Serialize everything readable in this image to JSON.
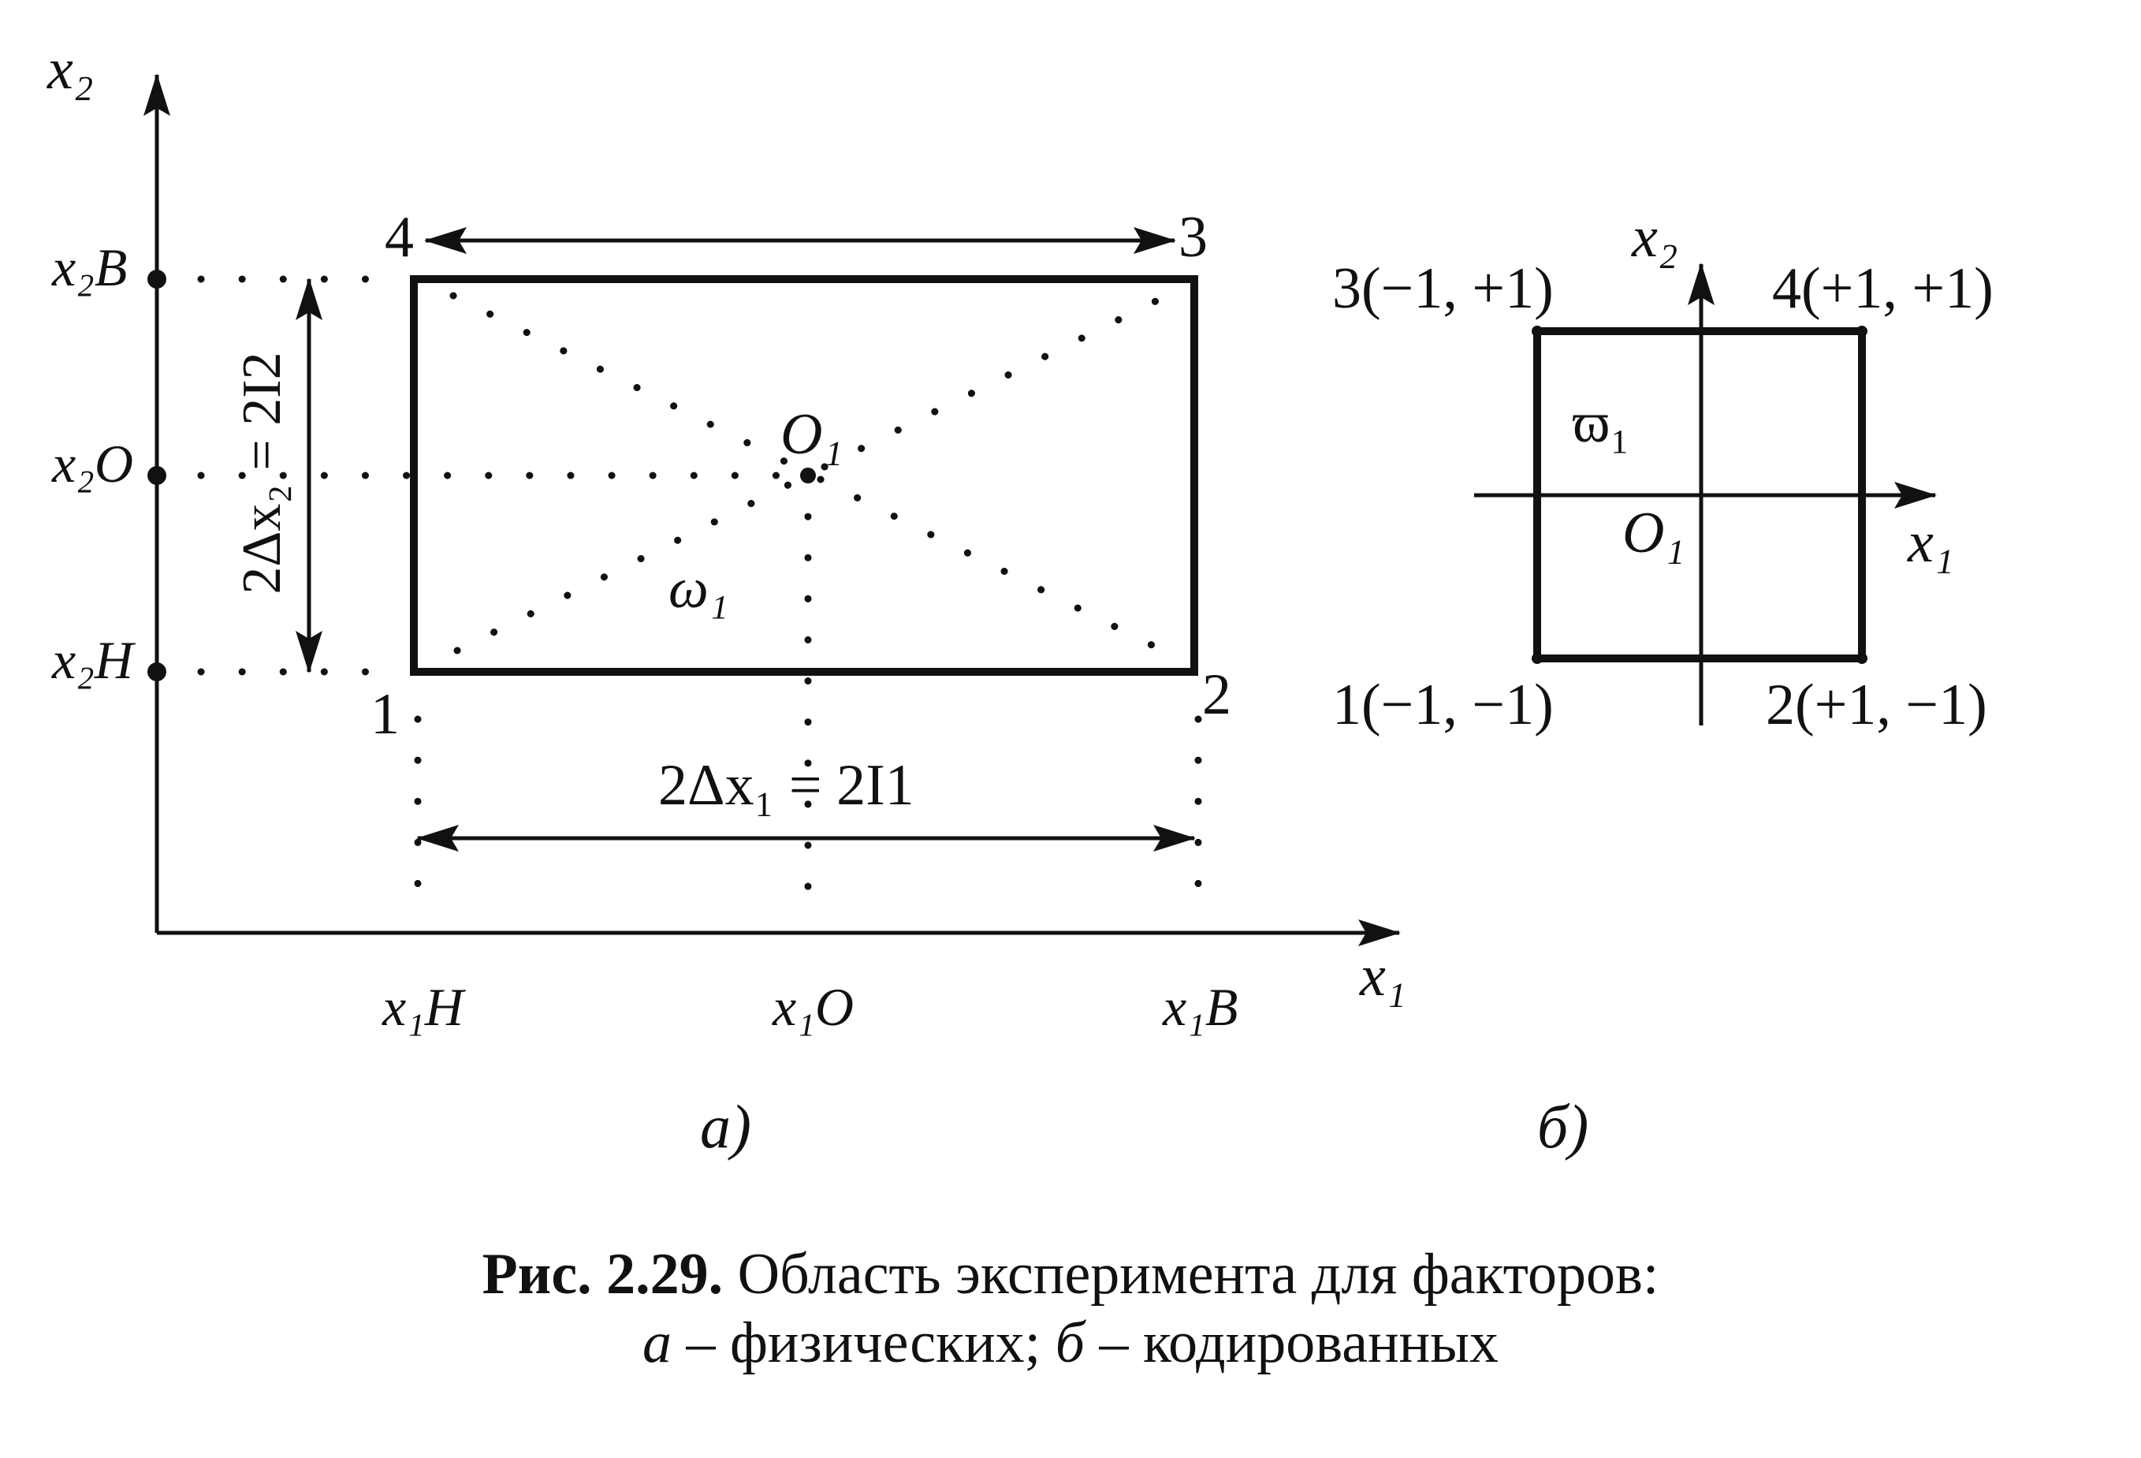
{
  "figure_a": {
    "axis_x": "x₁",
    "axis_y": "x₂",
    "x_ticks": {
      "low": "x₁H",
      "center": "x₁O",
      "high": "x₁B"
    },
    "y_ticks": {
      "low": "x₂H",
      "center": "x₂O",
      "high": "x₂B"
    },
    "corners": {
      "c1": "1",
      "c2": "2",
      "c3": "3",
      "c4": "4"
    },
    "center": "O₁",
    "region": "ω₁",
    "width_label": "2Δx₁ = 2I1",
    "height_label": "2Δx₂ = 2I2",
    "sublabel": "а)"
  },
  "figure_b": {
    "axis_x": "x₁",
    "axis_y": "x₂",
    "corners": {
      "c1": "1(−1, −1)",
      "c2": "2(+1, −1)",
      "c3": "3(−1, +1)",
      "c4": "4(+1, +1)"
    },
    "center": "O₁",
    "region": "ϖ₁",
    "sublabel": "б)"
  },
  "caption": {
    "bold": "Рис. 2.29.",
    "line1": " Область эксперимента для факторов:",
    "a": "а",
    "a_text": " – физических; ",
    "b": "б",
    "b_text": " – кодированных"
  },
  "colors": {
    "ink": "#111111",
    "background": "#ffffff"
  }
}
